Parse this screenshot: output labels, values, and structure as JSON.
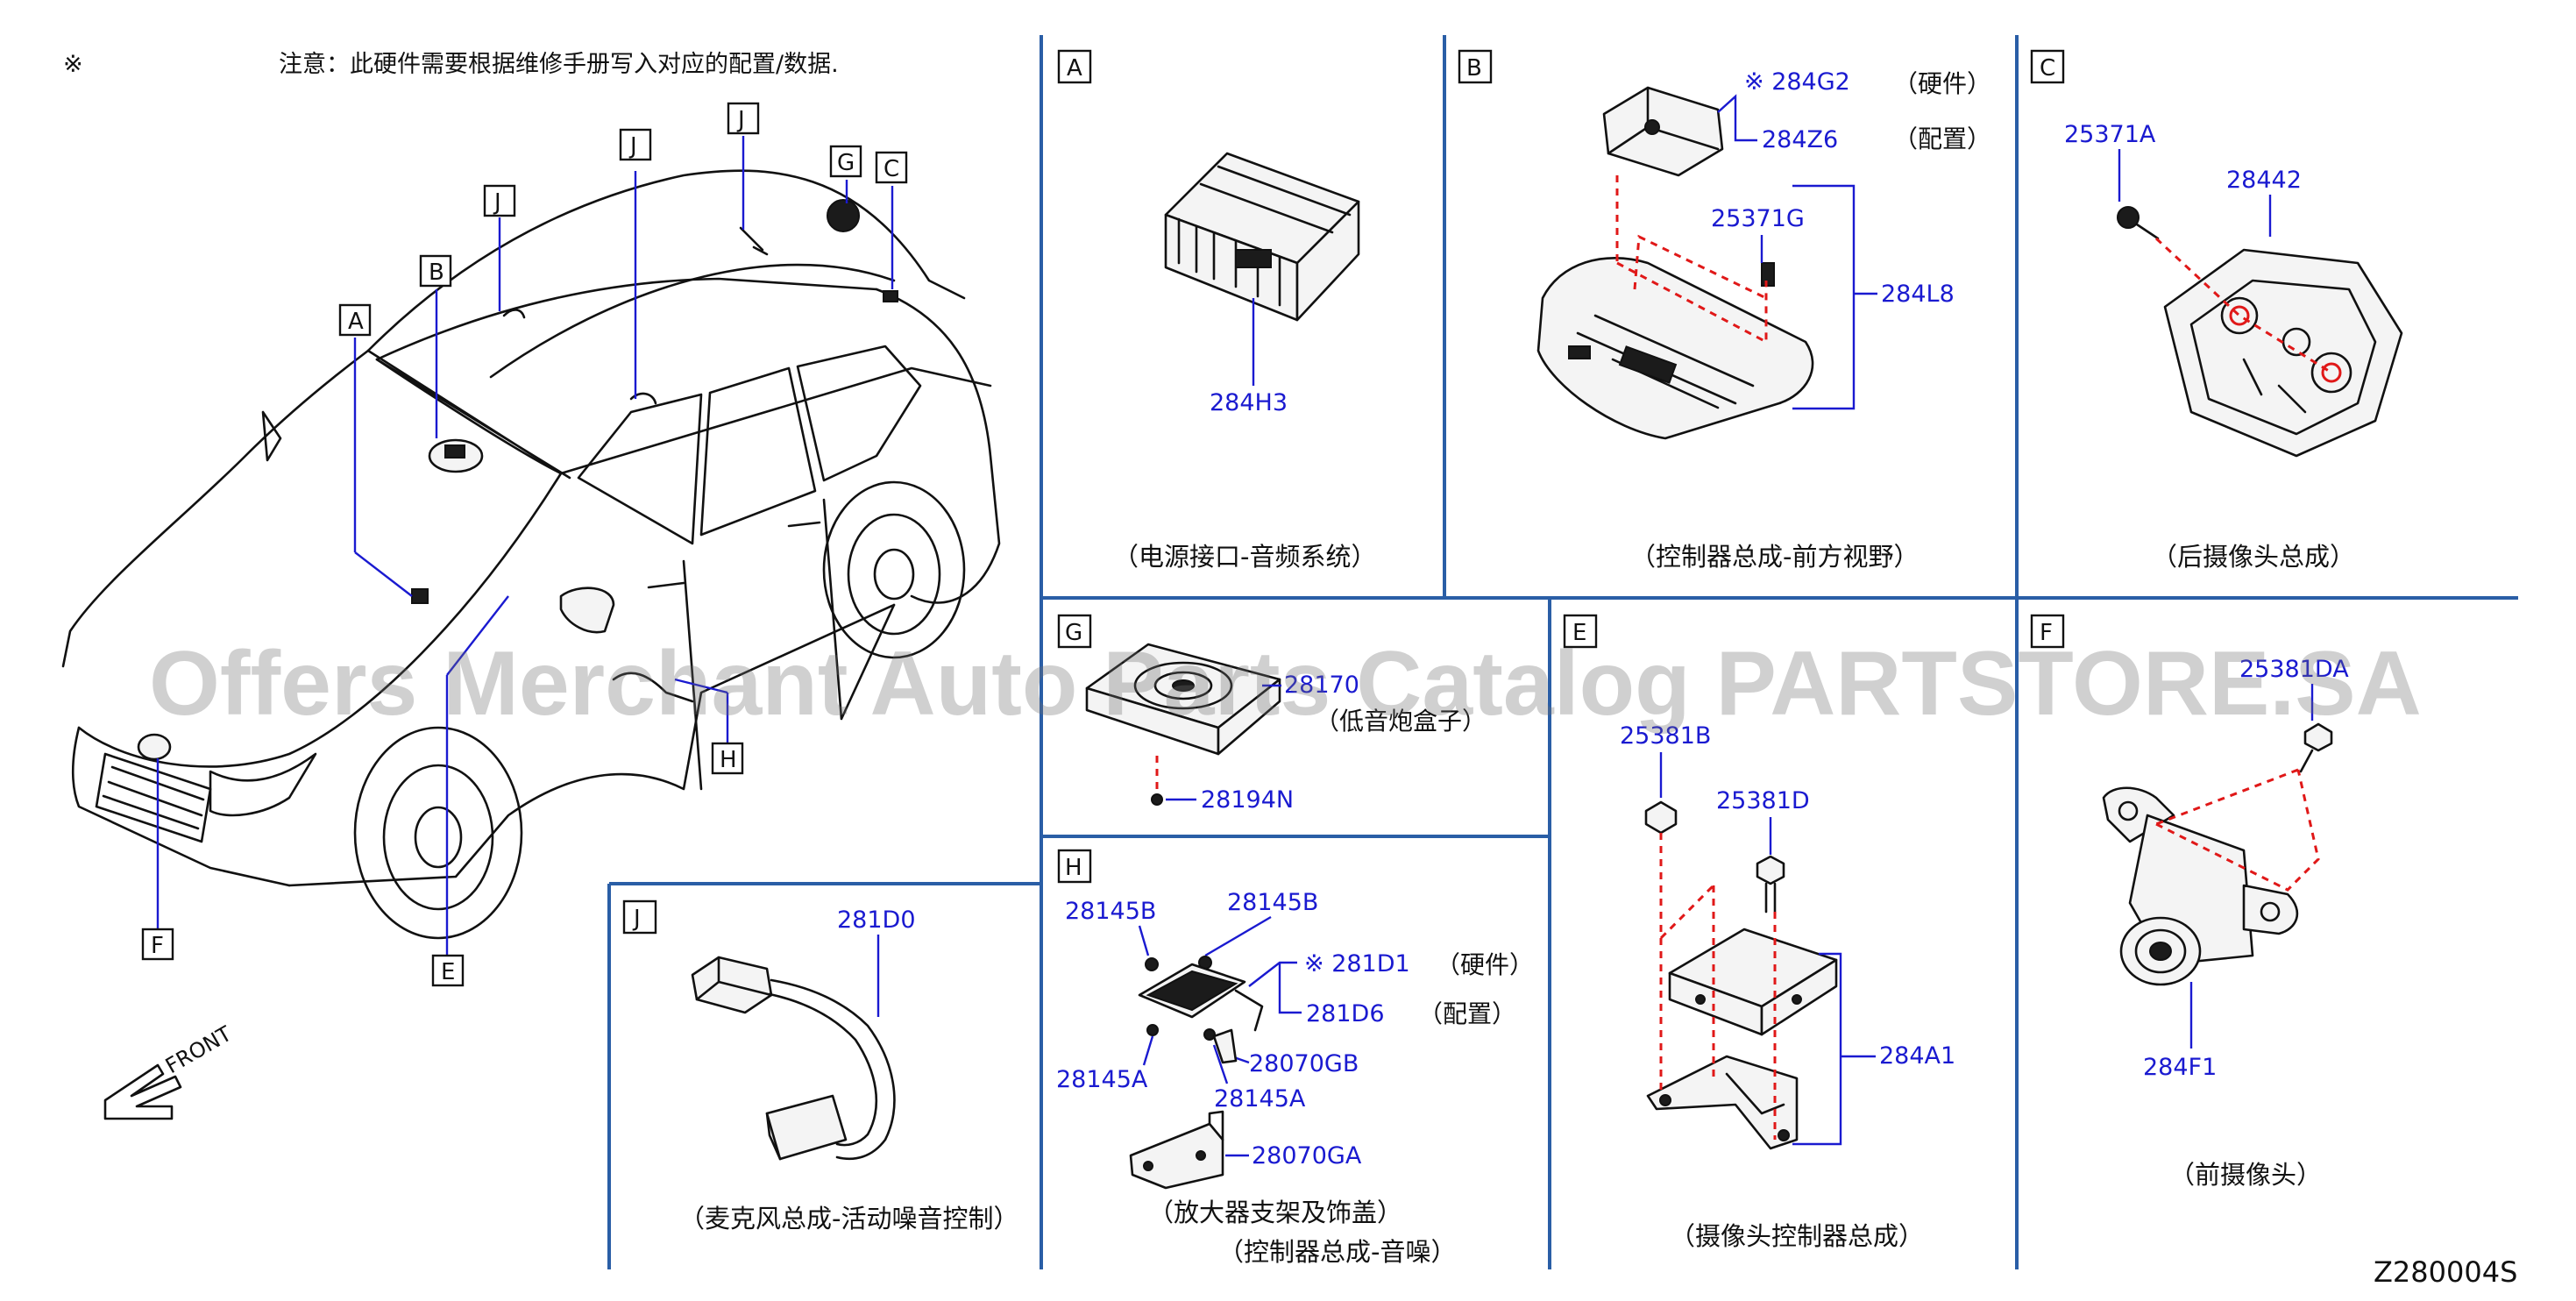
{
  "header": {
    "note_symbol": "※",
    "note_text": "注意：此硬件需要根据维修手册写入对应的配置/数据."
  },
  "watermark": "Offers Merchant Auto Parts Catalog PARTSTORE.SA",
  "diagram_code": "Z280004S",
  "vehicle": {
    "front_label": "FRONT",
    "callouts": [
      "A",
      "B",
      "C",
      "E",
      "F",
      "G",
      "H",
      "J",
      "J"
    ]
  },
  "panels": {
    "A": {
      "label": "A",
      "parts": [
        "284H3"
      ],
      "caption": "（电源接口-音频系统）"
    },
    "B": {
      "label": "B",
      "parts": [
        "※ 284G2",
        "284Z6",
        "25371G",
        "284L8"
      ],
      "notes": [
        "（硬件）",
        "（配置）"
      ],
      "caption": "（控制器总成-前方视野）"
    },
    "C": {
      "label": "C",
      "parts": [
        "25371A",
        "28442"
      ],
      "caption": "（后摄像头总成）"
    },
    "G": {
      "label": "G",
      "parts": [
        "28170",
        "28194N"
      ],
      "caption": "（低音炮盒子）"
    },
    "E": {
      "label": "E",
      "parts": [
        "25381B",
        "25381D",
        "284A1"
      ],
      "caption": "（摄像头控制器总成）"
    },
    "F": {
      "label": "F",
      "parts": [
        "25381DA",
        "284F1"
      ],
      "caption": "（前摄像头）"
    },
    "H": {
      "label": "H",
      "parts": [
        "28145B",
        "28145B",
        "※ 281D1",
        "281D6",
        "28145A",
        "28070GB",
        "28145A",
        "28070GA"
      ],
      "notes": [
        "（硬件）",
        "（配置）"
      ],
      "caption_1": "（放大器支架及饰盖）",
      "caption_2": "（控制器总成-音噪）"
    },
    "J": {
      "label": "J",
      "parts": [
        "281D0"
      ],
      "caption": "（麦克风总成-活动噪音控制）"
    }
  },
  "colors": {
    "part_number": "#1a1ad0",
    "separator": "#2a5ea6",
    "dash": "#e01818"
  }
}
